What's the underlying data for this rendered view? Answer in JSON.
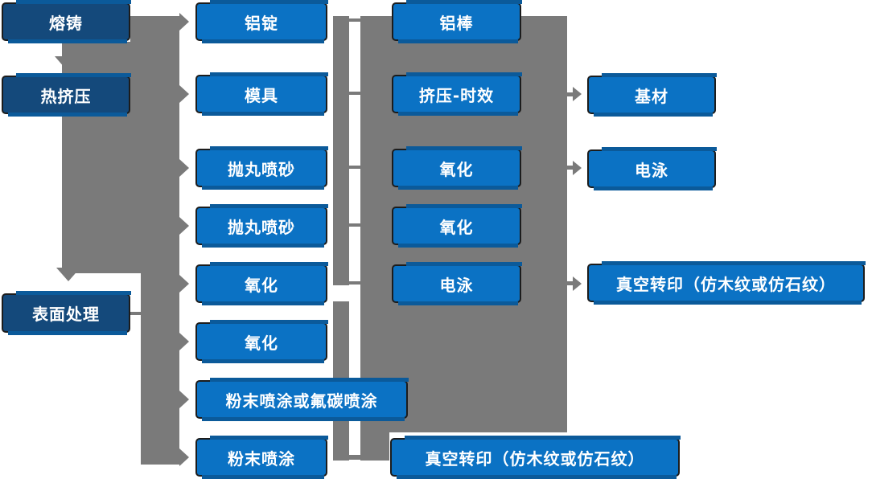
{
  "diagram_type": "process-flowchart",
  "colors": {
    "box_blue": "#0b72c4",
    "box_dark_blue": "#14497b",
    "accent_blue": "#0b5a9a",
    "connector_gray": "#7a7a7a",
    "box_border": "#1c1c1c",
    "box_text": "#ffffff",
    "background": "#ffffff"
  },
  "columns": {
    "col1": {
      "items": [
        {
          "label": "熔铸"
        },
        {
          "label": "热挤压"
        },
        {
          "label": "表面处理"
        }
      ]
    },
    "col2": {
      "items": [
        {
          "label": "铝锭"
        },
        {
          "label": "模具"
        },
        {
          "label": "抛丸喷砂"
        },
        {
          "label": "抛丸喷砂"
        },
        {
          "label": "氧化"
        },
        {
          "label": "氧化"
        },
        {
          "label": "粉末喷涂或氟碳喷涂"
        },
        {
          "label": "粉末喷涂"
        }
      ]
    },
    "col3": {
      "items": [
        {
          "label": "铝棒"
        },
        {
          "label": "挤压-时效"
        },
        {
          "label": "氧化"
        },
        {
          "label": "氧化"
        },
        {
          "label": "电泳"
        },
        {
          "label": "真空转印（仿木纹或仿石纹）"
        }
      ]
    },
    "col4": {
      "items": [
        {
          "label": "基材"
        },
        {
          "label": "电泳"
        },
        {
          "label": "真空转印（仿木纹或仿石纹）"
        }
      ]
    }
  }
}
